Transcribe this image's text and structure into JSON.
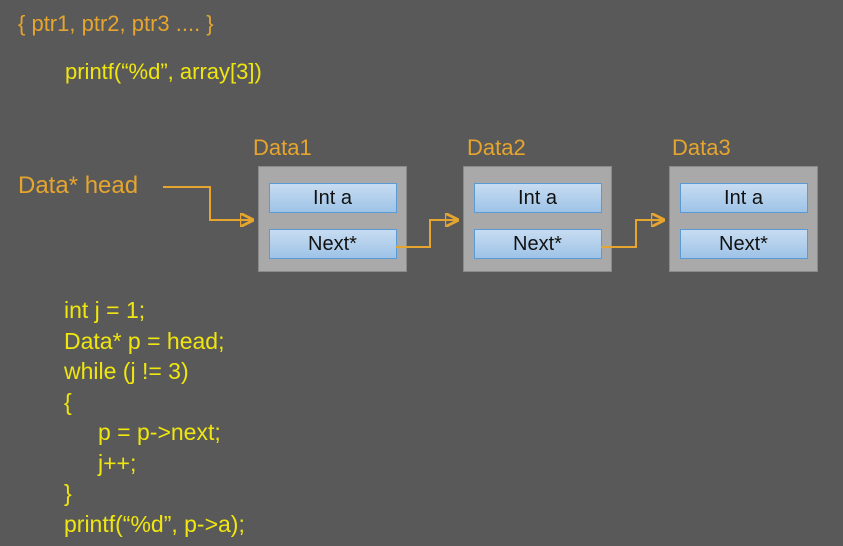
{
  "colors": {
    "background": "#595959",
    "accent_gold": "#E6A52E",
    "code_yellow": "#F0E60F",
    "node_fill": "#A9A9A9",
    "node_border": "#8A8A8A",
    "field_border": "#5B9BD5",
    "field_fill_top": "#C7DCF1",
    "field_fill_bottom": "#9EC3E7",
    "field_text": "#111111"
  },
  "header": {
    "line1": "{ ptr1, ptr2, ptr3 .... }",
    "line2": "printf(“%d”, array[3])"
  },
  "diagram": {
    "head_label": "Data* head",
    "nodes": [
      {
        "label": "Data1",
        "fields": [
          "Int a",
          "Next*"
        ]
      },
      {
        "label": "Data2",
        "fields": [
          "Int a",
          "Next*"
        ]
      },
      {
        "label": "Data3",
        "fields": [
          "Int a",
          "Next*"
        ]
      }
    ],
    "arrows": [
      {
        "name": "head-to-node1"
      },
      {
        "name": "node1-next-to-node2"
      },
      {
        "name": "node2-next-to-node3"
      }
    ]
  },
  "code": {
    "lines": [
      {
        "text": "int j = 1;",
        "indent": 0
      },
      {
        "text": "Data* p = head;",
        "indent": 0
      },
      {
        "text": "while (j != 3)",
        "indent": 0
      },
      {
        "text": "{",
        "indent": 0
      },
      {
        "text": "p = p->next;",
        "indent": 1
      },
      {
        "text": "j++;",
        "indent": 1
      },
      {
        "text": "}",
        "indent": 0
      },
      {
        "text": "printf(“%d”, p->a);",
        "indent": 0
      }
    ]
  }
}
